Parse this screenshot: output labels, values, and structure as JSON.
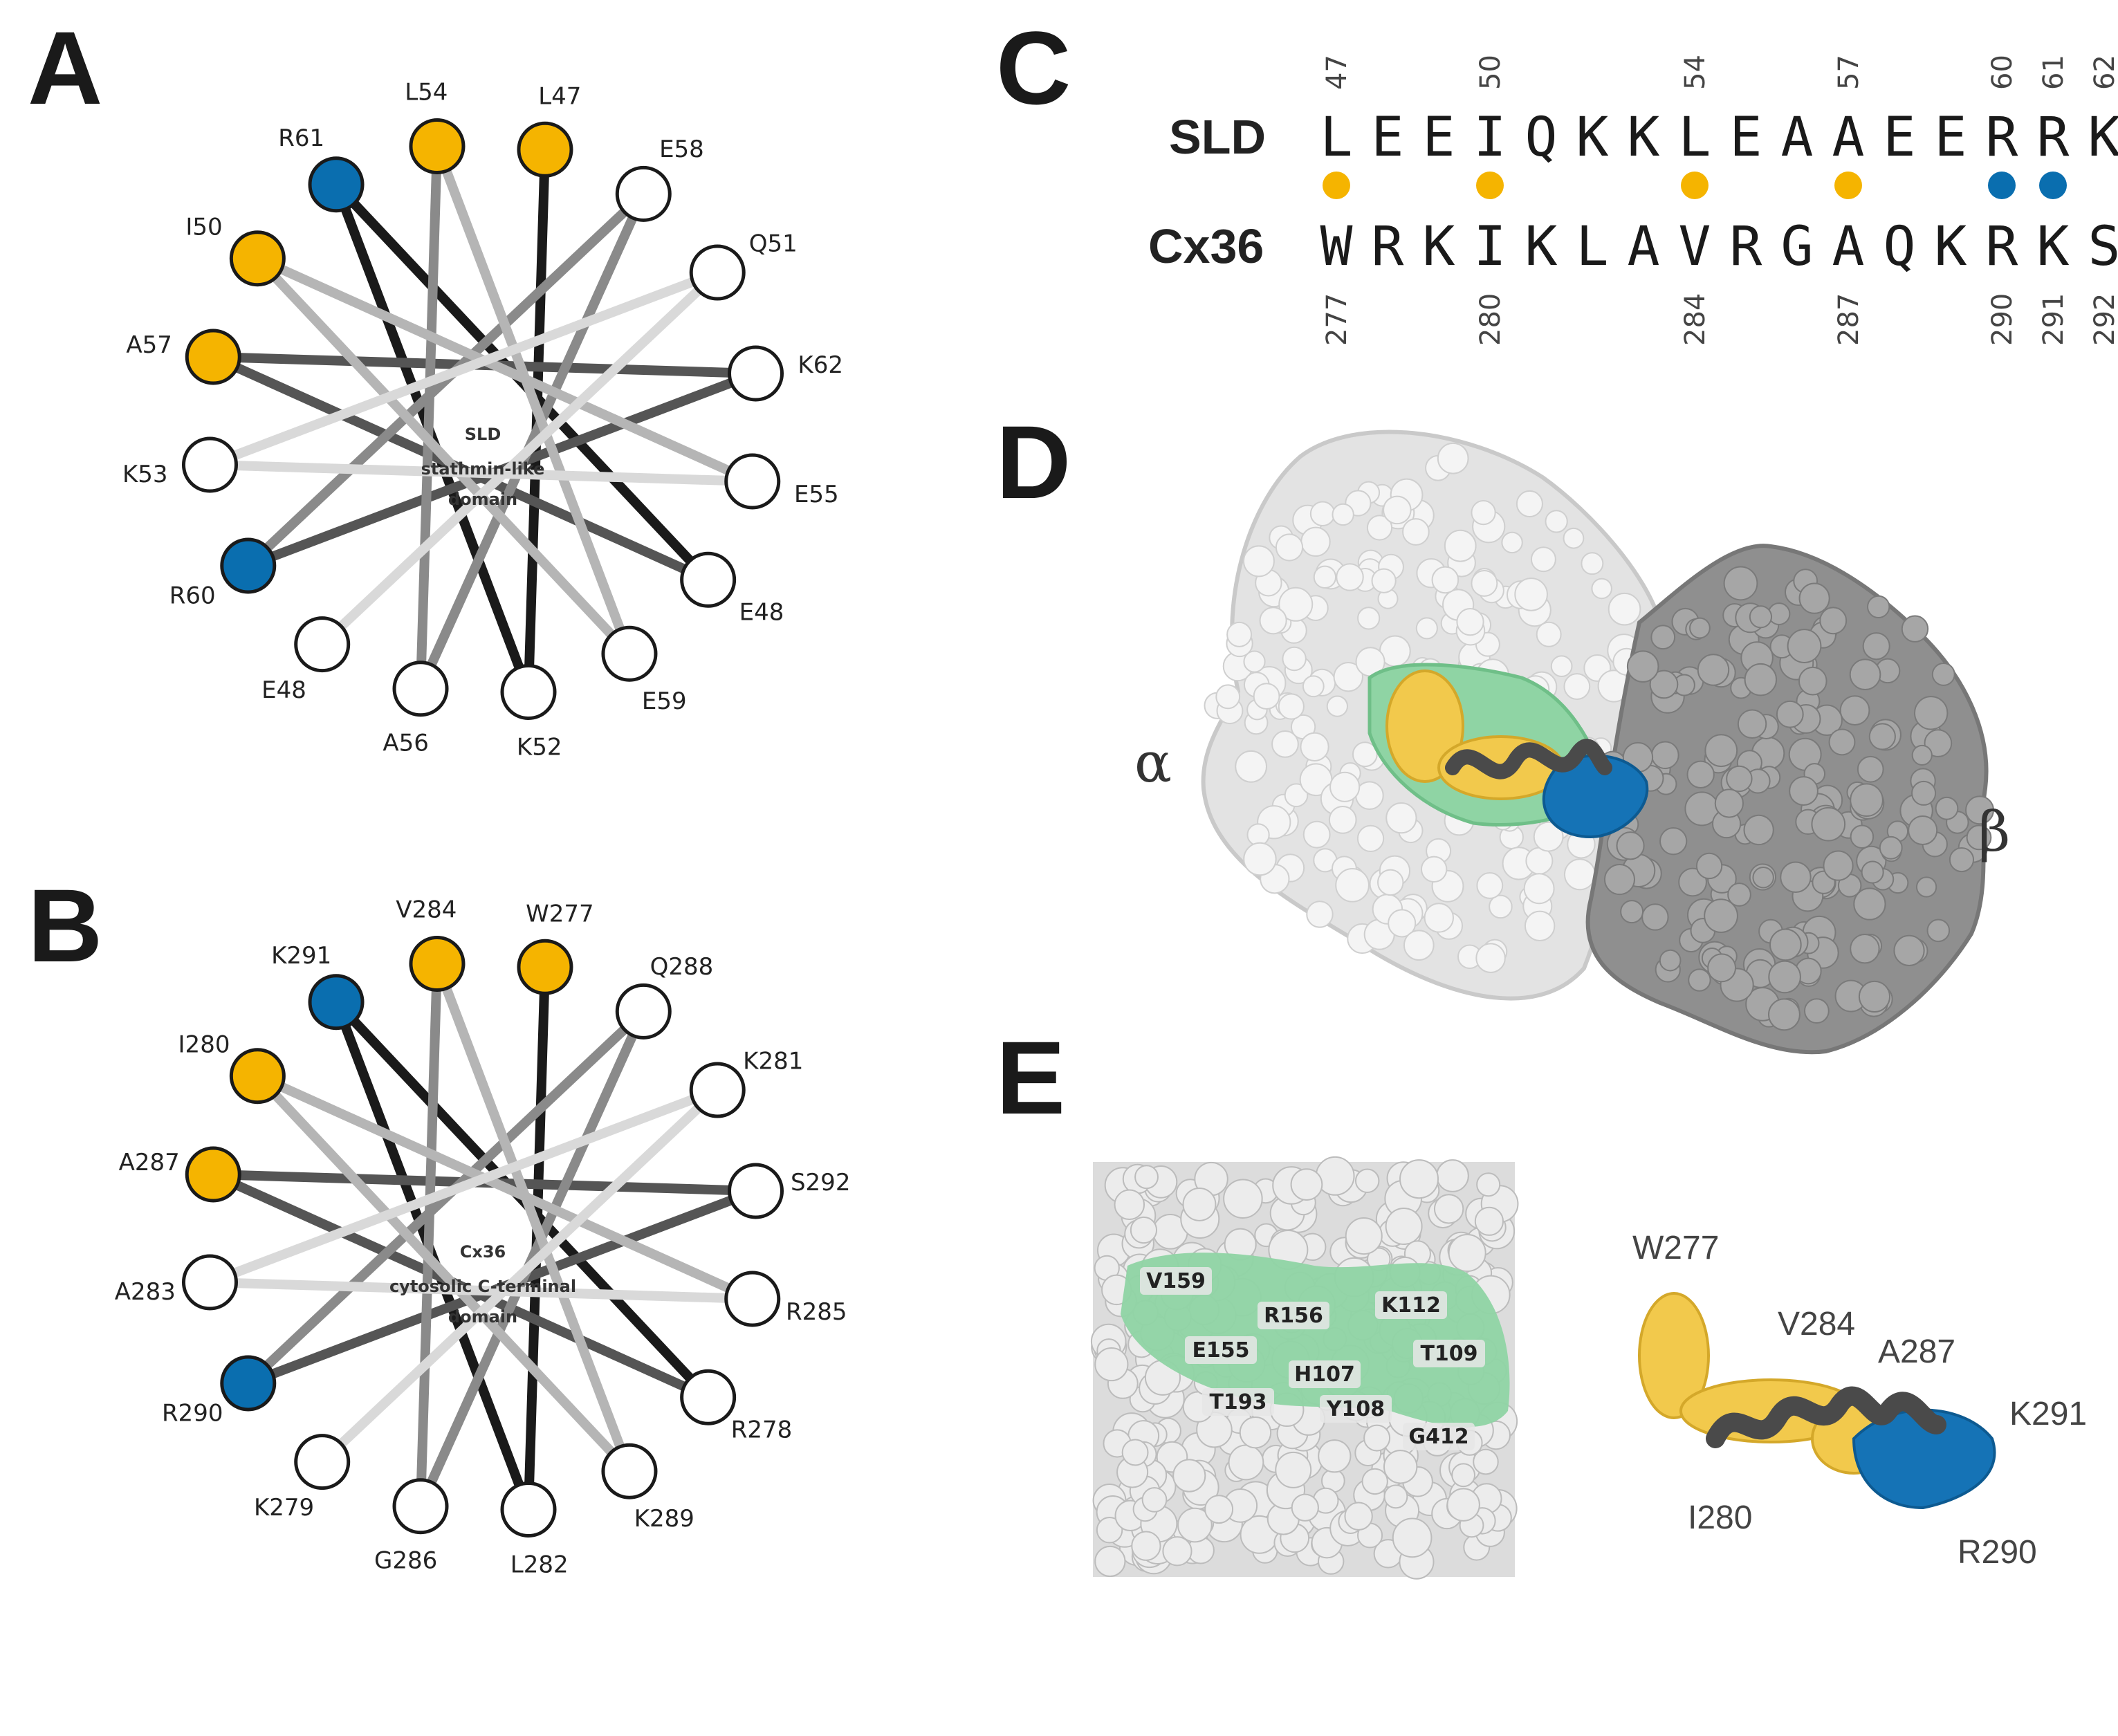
{
  "colors": {
    "hydrophobic": "#F5B400",
    "basic": "#0A6EAF",
    "plain": "#FFFFFF",
    "outline": "#1a1a1a",
    "alpha_tubulin": "#DCDCDC",
    "beta_tubulin": "#8E8E8E",
    "binding_site": "#8FD4A4",
    "ribbon": "#4a4a4a",
    "e_hydrophobic": "#F2C94C"
  },
  "panels": {
    "A": {
      "letter": "A",
      "center_lines": [
        "SLD",
        "stathmin-like",
        "domain"
      ],
      "residues": [
        {
          "label": "L47",
          "kind": "hydrophobic"
        },
        {
          "label": "E58",
          "kind": "plain"
        },
        {
          "label": "Q51",
          "kind": "plain"
        },
        {
          "label": "K62",
          "kind": "plain"
        },
        {
          "label": "E55",
          "kind": "plain"
        },
        {
          "label": "E48",
          "kind": "plain"
        },
        {
          "label": "E59",
          "kind": "plain"
        },
        {
          "label": "K52",
          "kind": "plain"
        },
        {
          "label": "A56",
          "kind": "plain"
        },
        {
          "label": "E48",
          "kind": "plain"
        },
        {
          "label": "R60",
          "kind": "basic"
        },
        {
          "label": "K53",
          "kind": "plain"
        },
        {
          "label": "A57",
          "kind": "hydrophobic"
        },
        {
          "label": "I50",
          "kind": "hydrophobic"
        },
        {
          "label": "R61",
          "kind": "basic"
        },
        {
          "label": "L54",
          "kind": "hydrophobic"
        }
      ]
    },
    "B": {
      "letter": "B",
      "center_lines": [
        "Cx36",
        "cytosolic C-terminal",
        "domain"
      ],
      "residues": [
        {
          "label": "W277",
          "kind": "hydrophobic"
        },
        {
          "label": "Q288",
          "kind": "plain"
        },
        {
          "label": "K281",
          "kind": "plain"
        },
        {
          "label": "S292",
          "kind": "plain"
        },
        {
          "label": "R285",
          "kind": "plain"
        },
        {
          "label": "R278",
          "kind": "plain"
        },
        {
          "label": "K289",
          "kind": "plain"
        },
        {
          "label": "L282",
          "kind": "plain"
        },
        {
          "label": "G286",
          "kind": "plain"
        },
        {
          "label": "K279",
          "kind": "plain"
        },
        {
          "label": "R290",
          "kind": "basic"
        },
        {
          "label": "A283",
          "kind": "plain"
        },
        {
          "label": "A287",
          "kind": "hydrophobic"
        },
        {
          "label": "I280",
          "kind": "hydrophobic"
        },
        {
          "label": "K291",
          "kind": "basic"
        },
        {
          "label": "V284",
          "kind": "hydrophobic"
        }
      ]
    },
    "C": {
      "letter": "C",
      "sld_name": "SLD",
      "cx36_name": "Cx36",
      "sld_letters": [
        "L",
        "E",
        "E",
        "I",
        "Q",
        "K",
        "K",
        "L",
        "E",
        "A",
        "A",
        "E",
        "E",
        "R",
        "R",
        "K"
      ],
      "cx36_letters": [
        "W",
        "R",
        "K",
        "I",
        "K",
        "L",
        "A",
        "V",
        "R",
        "G",
        "A",
        "Q",
        "K",
        "R",
        "K",
        "S"
      ],
      "top_numbers": [
        {
          "col": 0,
          "text": "47"
        },
        {
          "col": 3,
          "text": "50"
        },
        {
          "col": 7,
          "text": "54"
        },
        {
          "col": 10,
          "text": "57"
        },
        {
          "col": 13,
          "text": "60"
        },
        {
          "col": 14,
          "text": "61"
        },
        {
          "col": 15,
          "text": "62"
        }
      ],
      "bottom_numbers": [
        {
          "col": 0,
          "text": "277"
        },
        {
          "col": 3,
          "text": "280"
        },
        {
          "col": 7,
          "text": "284"
        },
        {
          "col": 10,
          "text": "287"
        },
        {
          "col": 13,
          "text": "290"
        },
        {
          "col": 14,
          "text": "291"
        },
        {
          "col": 15,
          "text": "292"
        }
      ],
      "dots": [
        {
          "col": 0,
          "kind": "hydrophobic"
        },
        {
          "col": 3,
          "kind": "hydrophobic"
        },
        {
          "col": 7,
          "kind": "hydrophobic"
        },
        {
          "col": 10,
          "kind": "hydrophobic"
        },
        {
          "col": 13,
          "kind": "basic"
        },
        {
          "col": 14,
          "kind": "basic"
        }
      ]
    },
    "D": {
      "letter": "D",
      "alpha_label": "α",
      "beta_label": "β"
    },
    "E": {
      "letter": "E",
      "sites": [
        "V159",
        "R156",
        "K112",
        "E155",
        "H107",
        "T109",
        "T193",
        "Y108",
        "G412"
      ],
      "peptide_labels": [
        "W277",
        "V284",
        "A287",
        "K291",
        "I280",
        "R290"
      ]
    }
  }
}
